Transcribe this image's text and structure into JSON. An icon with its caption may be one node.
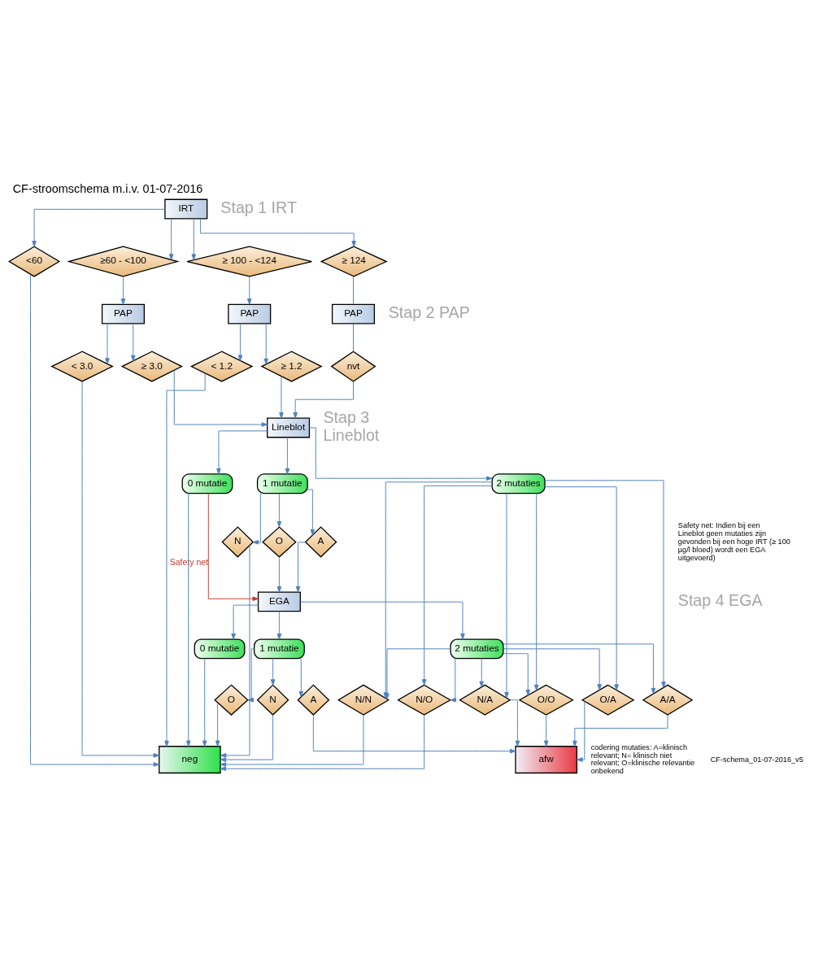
{
  "diagram": {
    "title": "CF-stroomschema m.i.v. 01-07-2016",
    "nodes": [
      {
        "text": [
          "IRT"
        ]
      },
      {
        "text": [
          "<60"
        ]
      },
      {
        "text": [
          "≥60 - <100"
        ]
      },
      {
        "text": [
          "≥ 100 - <124"
        ]
      },
      {
        "text": [
          "≥ 124"
        ]
      },
      {
        "text": [
          "PAP"
        ]
      },
      {
        "text": [
          "PAP"
        ]
      },
      {
        "text": [
          "PAP"
        ]
      },
      {
        "text": [
          "< 3.0"
        ]
      },
      {
        "text": [
          "≥ 3.0"
        ]
      },
      {
        "text": [
          "< 1.2"
        ]
      },
      {
        "text": [
          "≥ 1.2"
        ]
      },
      {
        "text": [
          "nvt"
        ]
      },
      {
        "text": [
          "Lineblot"
        ]
      },
      {
        "text": [
          "0 mutatie"
        ]
      },
      {
        "text": [
          "1 mutatie"
        ]
      },
      {
        "text": [
          "2 mutaties"
        ]
      },
      {
        "text": [
          "N"
        ]
      },
      {
        "text": [
          "O"
        ]
      },
      {
        "text": [
          "A"
        ]
      },
      {
        "text": [
          "EGA"
        ]
      },
      {
        "text": [
          "0 mutatie"
        ]
      },
      {
        "text": [
          "1 mutatie"
        ]
      },
      {
        "text": [
          "2 mutaties"
        ]
      },
      {
        "text": [
          "N"
        ]
      },
      {
        "text": [
          "O"
        ]
      },
      {
        "text": [
          "A"
        ]
      },
      {
        "text": [
          "N/N"
        ]
      },
      {
        "text": [
          "N/O"
        ]
      },
      {
        "text": [
          "N/A"
        ]
      },
      {
        "text": [
          "O/O"
        ]
      },
      {
        "text": [
          "O/A"
        ]
      },
      {
        "text": [
          "A/A"
        ]
      },
      {
        "text": [
          "neg"
        ]
      },
      {
        "text": [
          "afw"
        ]
      }
    ],
    "edges": [
      {
        "from": 0,
        "to": 1,
        "arrow": "to"
      },
      {
        "from": 0,
        "to": 2,
        "arrow": "to"
      },
      {
        "from": 0,
        "to": 3,
        "arrow": "to"
      },
      {
        "from": 0,
        "to": 4,
        "arrow": "to"
      },
      {
        "from": 1,
        "to": 33,
        "arrow": "to"
      },
      {
        "from": 2,
        "to": 5,
        "arrow": "to"
      },
      {
        "from": 3,
        "to": 6,
        "arrow": "to"
      },
      {
        "from": 4,
        "to": 7,
        "arrow": "none"
      },
      {
        "from": 5,
        "to": 8,
        "arrow": "to"
      },
      {
        "from": 5,
        "to": 9,
        "arrow": "to"
      },
      {
        "from": 6,
        "to": 10,
        "arrow": "to"
      },
      {
        "from": 6,
        "to": 11,
        "arrow": "to"
      },
      {
        "from": 7,
        "to": 12,
        "arrow": "none"
      },
      {
        "from": 8,
        "to": 33,
        "arrow": "to"
      },
      {
        "from": 9,
        "to": 13,
        "arrow": "to"
      },
      {
        "from": 10,
        "to": 33,
        "arrow": "to"
      },
      {
        "from": 11,
        "to": 13,
        "arrow": "to"
      },
      {
        "from": 12,
        "to": 13,
        "arrow": "to"
      },
      {
        "from": 13,
        "to": 14,
        "arrow": "to"
      },
      {
        "from": 13,
        "to": 15,
        "arrow": "to"
      },
      {
        "from": 13,
        "to": 16,
        "arrow": "to"
      },
      {
        "from": 14,
        "to": 33,
        "arrow": "to"
      },
      {
        "from": 14,
        "to": 20,
        "arrow": "to",
        "label": "Safety net",
        "color": "#c0392b"
      },
      {
        "from": 15,
        "to": 17,
        "arrow": "to"
      },
      {
        "from": 15,
        "to": 18,
        "arrow": "to"
      },
      {
        "from": 15,
        "to": 19,
        "arrow": "to"
      },
      {
        "from": 17,
        "to": 33,
        "arrow": "to"
      },
      {
        "from": 18,
        "to": 20,
        "arrow": "to"
      },
      {
        "from": 19,
        "to": 20,
        "arrow": "to"
      },
      {
        "from": 16,
        "to": 27,
        "arrow": "to"
      },
      {
        "from": 16,
        "to": 28,
        "arrow": "to"
      },
      {
        "from": 16,
        "to": 29,
        "arrow": "to"
      },
      {
        "from": 16,
        "to": 30,
        "arrow": "to"
      },
      {
        "from": 16,
        "to": 31,
        "arrow": "to"
      },
      {
        "from": 16,
        "to": 32,
        "arrow": "to"
      },
      {
        "from": 20,
        "to": 21,
        "arrow": "to"
      },
      {
        "from": 20,
        "to": 22,
        "arrow": "to"
      },
      {
        "from": 20,
        "to": 23,
        "arrow": "to"
      },
      {
        "from": 21,
        "to": 33,
        "arrow": "to"
      },
      {
        "from": 22,
        "to": 24,
        "arrow": "to"
      },
      {
        "from": 22,
        "to": 25,
        "arrow": "to"
      },
      {
        "from": 22,
        "to": 26,
        "arrow": "to"
      },
      {
        "from": 23,
        "to": 27,
        "arrow": "to"
      },
      {
        "from": 23,
        "to": 28,
        "arrow": "to"
      },
      {
        "from": 23,
        "to": 29,
        "arrow": "to"
      },
      {
        "from": 23,
        "to": 30,
        "arrow": "to"
      },
      {
        "from": 23,
        "to": 31,
        "arrow": "to"
      },
      {
        "from": 23,
        "to": 32,
        "arrow": "to"
      },
      {
        "from": 24,
        "to": 33,
        "arrow": "to"
      },
      {
        "from": 25,
        "to": 33,
        "arrow": "to"
      },
      {
        "from": 26,
        "to": 34,
        "arrow": "to"
      },
      {
        "from": 27,
        "to": 33,
        "arrow": "to"
      },
      {
        "from": 28,
        "to": 33,
        "arrow": "to"
      },
      {
        "from": 29,
        "to": 34,
        "arrow": "to"
      },
      {
        "from": 30,
        "to": 34,
        "arrow": "to"
      },
      {
        "from": 31,
        "to": 34,
        "arrow": "to"
      },
      {
        "from": 32,
        "to": 34,
        "arrow": "to"
      }
    ],
    "labels": [
      "Stap 1 IRT",
      "Stap 2 PAP",
      "Stap 3 Lineblot",
      "Safety net: Indien bij een Lineblot geen mutaties zijn gevonden bij een hoge IRT (≥ 100 µg/l bloed) wordt een EGA uitgevoerd)",
      "Stap 4 EGA",
      "codering mutaties: A=klinisch relevant; N= klinisch niet relevant; O=klinische relevantie onbekend",
      "CF-schema_01-07-2016_v5"
    ]
  }
}
